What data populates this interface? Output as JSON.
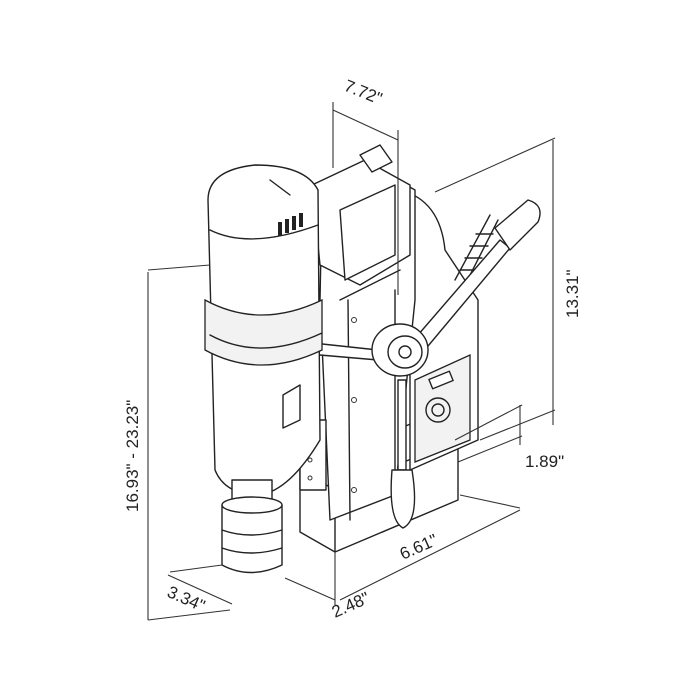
{
  "dimensions": {
    "width_top": "7.72\"",
    "column_height": "13.31\"",
    "base_height": "1.89\"",
    "base_length": "6.61\"",
    "base_width": "2.48\"",
    "motor_width": "3.34\"",
    "total_height": "16.93\" - 23.23\""
  }
}
